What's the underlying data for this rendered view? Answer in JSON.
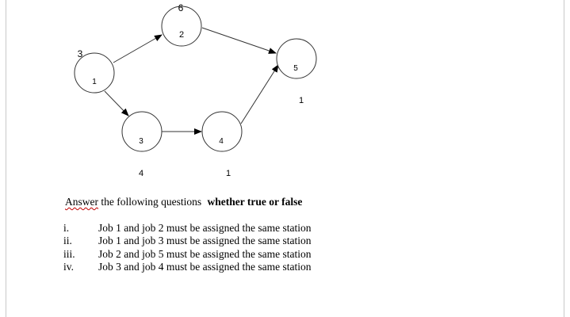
{
  "diagram": {
    "nodes": [
      {
        "id": "1",
        "label": "1",
        "time": "3"
      },
      {
        "id": "2",
        "label": "2",
        "time": "6"
      },
      {
        "id": "3",
        "label": "3",
        "time": "4"
      },
      {
        "id": "4",
        "label": "4",
        "time": "1"
      },
      {
        "id": "5",
        "label": "5",
        "time": "1"
      }
    ],
    "edges": [
      {
        "from": "1",
        "to": "2"
      },
      {
        "from": "1",
        "to": "3"
      },
      {
        "from": "2",
        "to": "5"
      },
      {
        "from": "3",
        "to": "4"
      },
      {
        "from": "4",
        "to": "5"
      }
    ]
  },
  "question": {
    "intro_word": "Answer",
    "intro_rest": " the following questions",
    "emphasis": "whether true or false"
  },
  "statements": [
    {
      "num": "i.",
      "text": "Job 1 and job 2 must be assigned the same station"
    },
    {
      "num": "ii.",
      "text": "Job 1 and job 3 must be assigned the same station"
    },
    {
      "num": "iii.",
      "text": "Job 2 and job 5 must be assigned the same station"
    },
    {
      "num": "iv.",
      "text": "Job 3 and job 4 must be assigned the same station"
    }
  ]
}
